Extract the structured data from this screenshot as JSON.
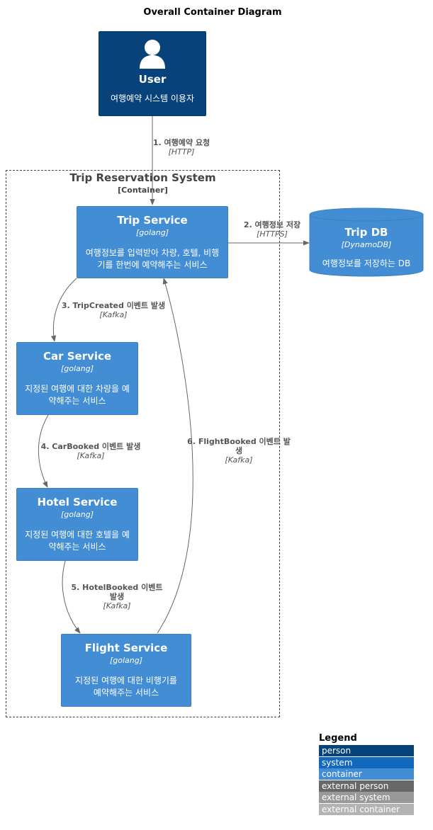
{
  "diagram": {
    "title": "Overall Container Diagram",
    "boundary": {
      "title": "Trip Reservation System",
      "subtitle": "[Container]"
    }
  },
  "nodes": {
    "user": {
      "name": "User",
      "desc": "여행예약 시스템 이용자"
    },
    "trip_service": {
      "name": "Trip Service",
      "tech": "[golang]",
      "desc": "여행정보를 입력받아 차량, 호텔, 비행기를 한번에 예약해주는 서비스"
    },
    "trip_db": {
      "name": "Trip DB",
      "tech": "[DynamoDB]",
      "desc": "여행정보를 저장하는 DB"
    },
    "car_service": {
      "name": "Car Service",
      "tech": "[golang]",
      "desc": "지정된 여행에 대한 차량을 예약해주는 서비스"
    },
    "hotel_service": {
      "name": "Hotel Service",
      "tech": "[golang]",
      "desc": "지정된 여행에 대한 호텔을 예약해주는 서비스"
    },
    "flight_service": {
      "name": "Flight Service",
      "tech": "[golang]",
      "desc": "지정된 여행에 대한 비행기를 예약해주는 서비스"
    }
  },
  "edges": [
    {
      "label": "1. 여행예약 요청",
      "tech": "[HTTP]"
    },
    {
      "label": "2. 여행정보 저장",
      "tech": "[HTTPS]"
    },
    {
      "label": "3. TripCreated 이벤트 발생",
      "tech": "[Kafka]"
    },
    {
      "label": "4. CarBooked 이벤트 발생",
      "tech": "[Kafka]"
    },
    {
      "label": "5. HotelBooked 이벤트 발생",
      "tech": "[Kafka]"
    },
    {
      "label": "6. FlightBooked 이벤트 발생",
      "tech": "[Kafka]"
    }
  ],
  "legend": {
    "title": "Legend",
    "items": [
      {
        "label": "person",
        "color": "#08427B"
      },
      {
        "label": "system",
        "color": "#1168BD"
      },
      {
        "label": "container",
        "color": "#438DD5"
      },
      {
        "label": "external person",
        "color": "#686868"
      },
      {
        "label": "external system",
        "color": "#999999"
      },
      {
        "label": "external container",
        "color": "#B3B3B3"
      }
    ]
  },
  "colors": {
    "person": "#08427B",
    "container": "#438DD5",
    "edge": "#666666"
  }
}
